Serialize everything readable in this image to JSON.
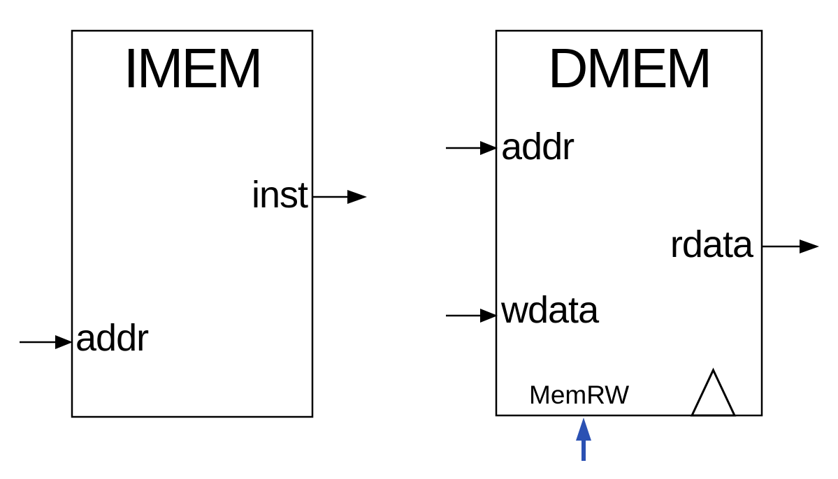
{
  "diagram": {
    "background_color": "#ffffff",
    "wire_color": "#000000",
    "control_wire_color": "#2b51b3",
    "imem": {
      "title": "IMEM",
      "ports": {
        "addr": {
          "label": "addr",
          "direction": "input",
          "side": "left"
        },
        "inst": {
          "label": "inst",
          "direction": "output",
          "side": "right"
        }
      }
    },
    "dmem": {
      "title": "DMEM",
      "ports": {
        "addr": {
          "label": "addr",
          "direction": "input",
          "side": "left"
        },
        "wdata": {
          "label": "wdata",
          "direction": "input",
          "side": "left"
        },
        "rdata": {
          "label": "rdata",
          "direction": "output",
          "side": "right"
        },
        "memrw": {
          "label": "MemRW",
          "direction": "control-input",
          "side": "bottom"
        }
      },
      "clock_symbol": "clock-triangle"
    }
  }
}
